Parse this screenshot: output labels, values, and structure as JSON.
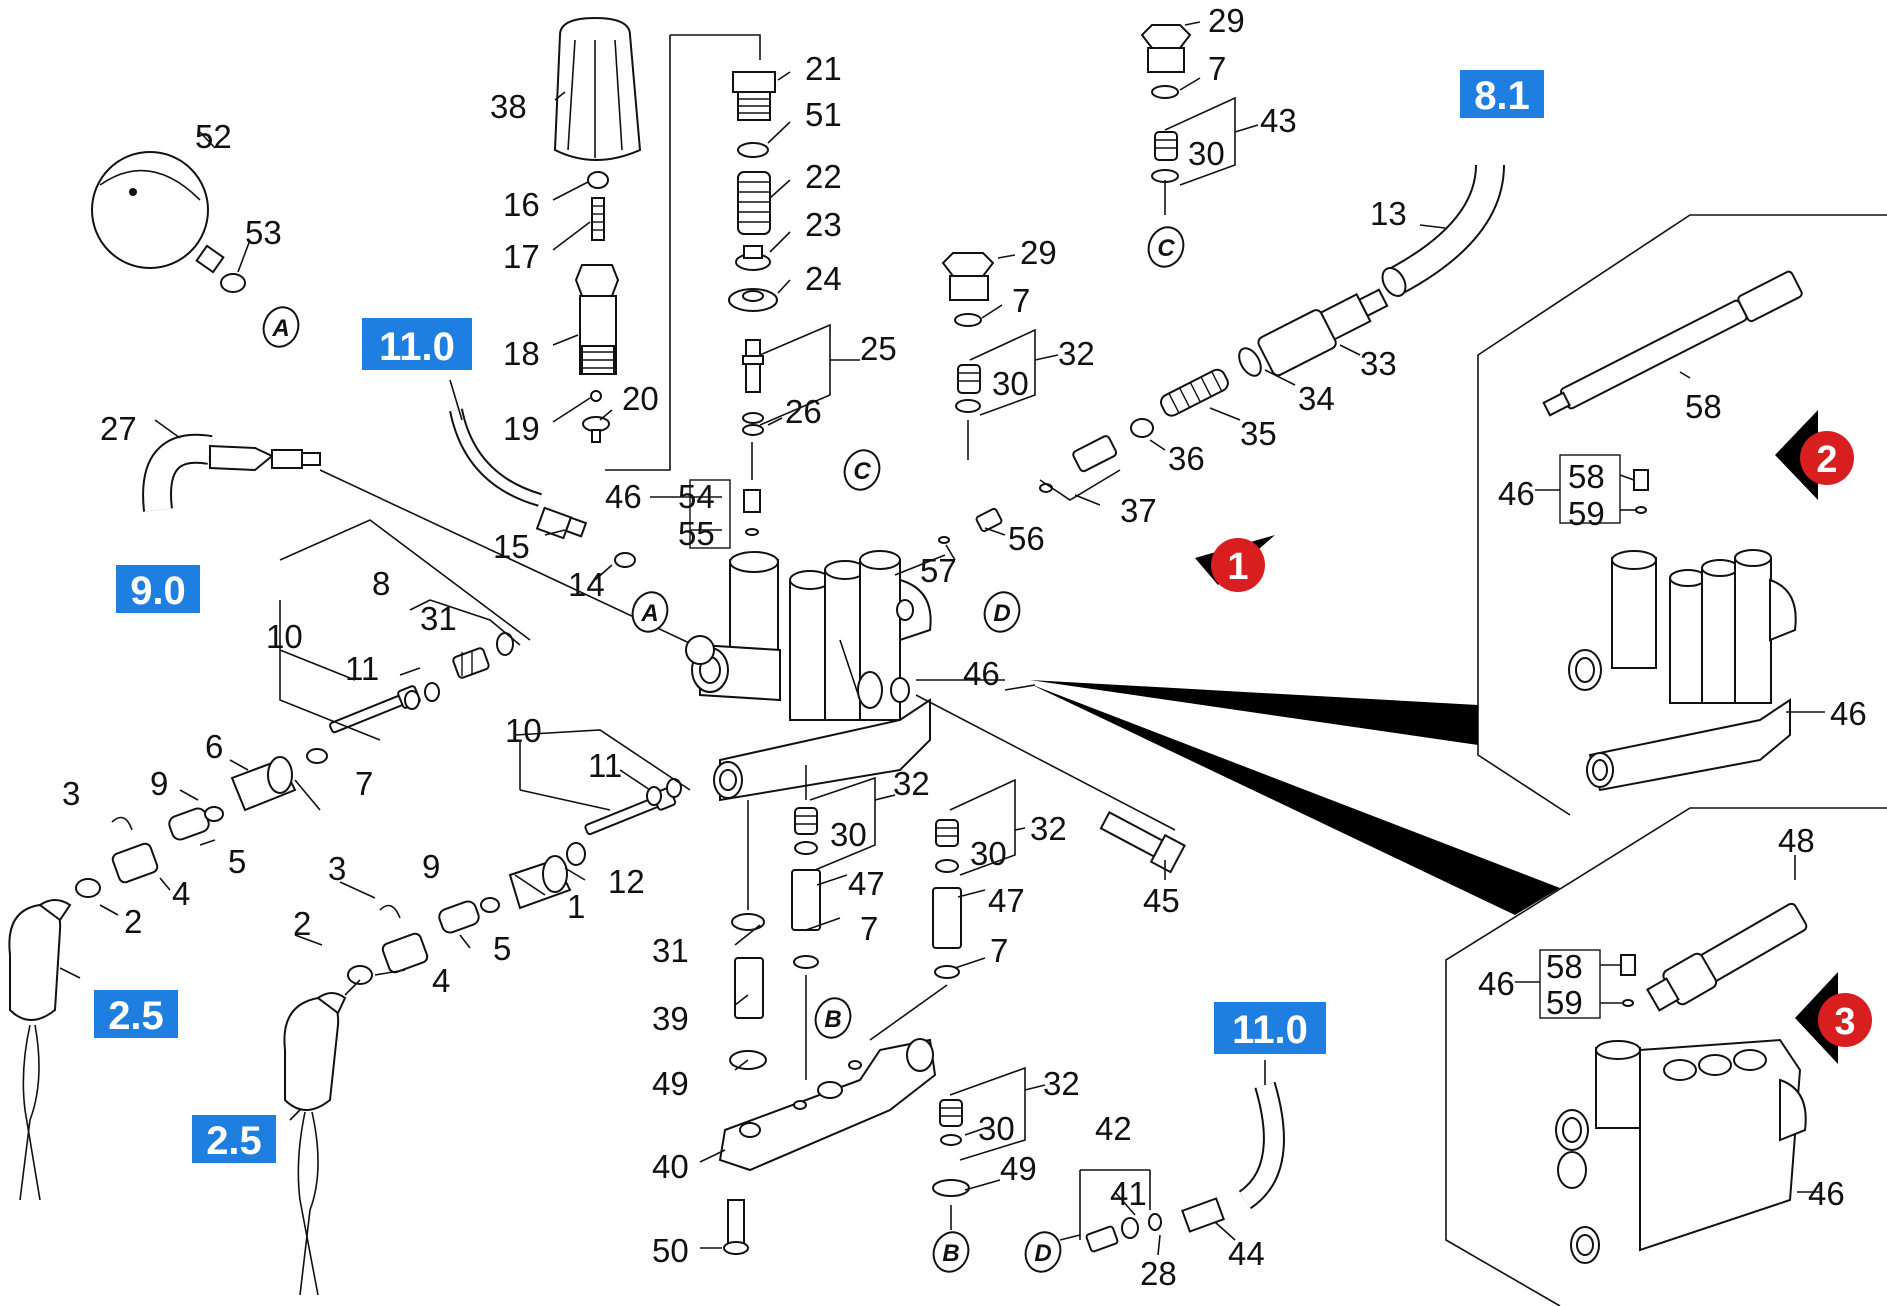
{
  "part_labels": [
    {
      "id": "l38",
      "text": "38"
    },
    {
      "id": "l52",
      "text": "52"
    },
    {
      "id": "l53",
      "text": "53"
    },
    {
      "id": "l16",
      "text": "16"
    },
    {
      "id": "l17",
      "text": "17"
    },
    {
      "id": "l18",
      "text": "18"
    },
    {
      "id": "l19",
      "text": "19"
    },
    {
      "id": "l20",
      "text": "20"
    },
    {
      "id": "l21",
      "text": "21"
    },
    {
      "id": "l51",
      "text": "51"
    },
    {
      "id": "l22",
      "text": "22"
    },
    {
      "id": "l23",
      "text": "23"
    },
    {
      "id": "l24",
      "text": "24"
    },
    {
      "id": "l25",
      "text": "25"
    },
    {
      "id": "l26",
      "text": "26"
    },
    {
      "id": "l46a",
      "text": "46"
    },
    {
      "id": "l54",
      "text": "54"
    },
    {
      "id": "l55",
      "text": "55"
    },
    {
      "id": "l29a",
      "text": "29"
    },
    {
      "id": "l7a",
      "text": "7"
    },
    {
      "id": "l43",
      "text": "43"
    },
    {
      "id": "l30a",
      "text": "30"
    },
    {
      "id": "l29b",
      "text": "29"
    },
    {
      "id": "l7b",
      "text": "7"
    },
    {
      "id": "l32a",
      "text": "32"
    },
    {
      "id": "l30b",
      "text": "30"
    },
    {
      "id": "l13",
      "text": "13"
    },
    {
      "id": "l33",
      "text": "33"
    },
    {
      "id": "l34",
      "text": "34"
    },
    {
      "id": "l35",
      "text": "35"
    },
    {
      "id": "l36",
      "text": "36"
    },
    {
      "id": "l37",
      "text": "37"
    },
    {
      "id": "l56",
      "text": "56"
    },
    {
      "id": "l57",
      "text": "57"
    },
    {
      "id": "l27",
      "text": "27"
    },
    {
      "id": "l15",
      "text": "15"
    },
    {
      "id": "l14",
      "text": "14"
    },
    {
      "id": "l8",
      "text": "8"
    },
    {
      "id": "l31a",
      "text": "31"
    },
    {
      "id": "l10a",
      "text": "10"
    },
    {
      "id": "l11a",
      "text": "11"
    },
    {
      "id": "l6",
      "text": "6"
    },
    {
      "id": "l7c",
      "text": "7"
    },
    {
      "id": "l3a",
      "text": "3"
    },
    {
      "id": "l9a",
      "text": "9"
    },
    {
      "id": "l5a",
      "text": "5"
    },
    {
      "id": "l4a",
      "text": "4"
    },
    {
      "id": "l2a",
      "text": "2"
    },
    {
      "id": "l46b",
      "text": "46"
    },
    {
      "id": "l10b",
      "text": "10"
    },
    {
      "id": "l11b",
      "text": "11"
    },
    {
      "id": "l12",
      "text": "12"
    },
    {
      "id": "l1",
      "text": "1"
    },
    {
      "id": "l3b",
      "text": "3"
    },
    {
      "id": "l9b",
      "text": "9"
    },
    {
      "id": "l2b",
      "text": "2"
    },
    {
      "id": "l5b",
      "text": "5"
    },
    {
      "id": "l4b",
      "text": "4"
    },
    {
      "id": "l32b",
      "text": "32"
    },
    {
      "id": "l30c",
      "text": "30"
    },
    {
      "id": "l47a",
      "text": "47"
    },
    {
      "id": "l7d",
      "text": "7"
    },
    {
      "id": "l32c",
      "text": "32"
    },
    {
      "id": "l30d",
      "text": "30"
    },
    {
      "id": "l47b",
      "text": "47"
    },
    {
      "id": "l7e",
      "text": "7"
    },
    {
      "id": "l45",
      "text": "45"
    },
    {
      "id": "l31b",
      "text": "31"
    },
    {
      "id": "l39",
      "text": "39"
    },
    {
      "id": "l49a",
      "text": "49"
    },
    {
      "id": "l40",
      "text": "40"
    },
    {
      "id": "l50",
      "text": "50"
    },
    {
      "id": "l32d",
      "text": "32"
    },
    {
      "id": "l30e",
      "text": "30"
    },
    {
      "id": "l49b",
      "text": "49"
    },
    {
      "id": "l42",
      "text": "42"
    },
    {
      "id": "l41",
      "text": "41"
    },
    {
      "id": "l28",
      "text": "28"
    },
    {
      "id": "l44",
      "text": "44"
    },
    {
      "id": "l58a",
      "text": "58"
    },
    {
      "id": "l46c",
      "text": "46"
    },
    {
      "id": "l58b",
      "text": "58"
    },
    {
      "id": "l59a",
      "text": "59"
    },
    {
      "id": "l46d",
      "text": "46"
    },
    {
      "id": "l48",
      "text": "48"
    },
    {
      "id": "l46e",
      "text": "46"
    },
    {
      "id": "l58c",
      "text": "58"
    },
    {
      "id": "l59b",
      "text": "59"
    },
    {
      "id": "l46f",
      "text": "46"
    }
  ],
  "reference_boxes": [
    {
      "id": "r81",
      "text": "8.1"
    },
    {
      "id": "r110a",
      "text": "11.0"
    },
    {
      "id": "r90",
      "text": "9.0"
    },
    {
      "id": "r25a",
      "text": "2.5"
    },
    {
      "id": "r25b",
      "text": "2.5"
    },
    {
      "id": "r110b",
      "text": "11.0"
    }
  ],
  "connection_markers": [
    {
      "id": "cA1",
      "text": "A"
    },
    {
      "id": "cA2",
      "text": "A"
    },
    {
      "id": "cC1",
      "text": "C"
    },
    {
      "id": "cC2",
      "text": "C"
    },
    {
      "id": "cD1",
      "text": "D"
    },
    {
      "id": "cD2",
      "text": "D"
    },
    {
      "id": "cB1",
      "text": "B"
    },
    {
      "id": "cB2",
      "text": "B"
    }
  ],
  "variant_markers": [
    {
      "id": "v1",
      "text": "1"
    },
    {
      "id": "v2",
      "text": "2"
    },
    {
      "id": "v3",
      "text": "3"
    }
  ],
  "colors": {
    "reference_box": "#1e7fe0",
    "variant_marker": "#d81e1e",
    "ink": "#111111"
  }
}
